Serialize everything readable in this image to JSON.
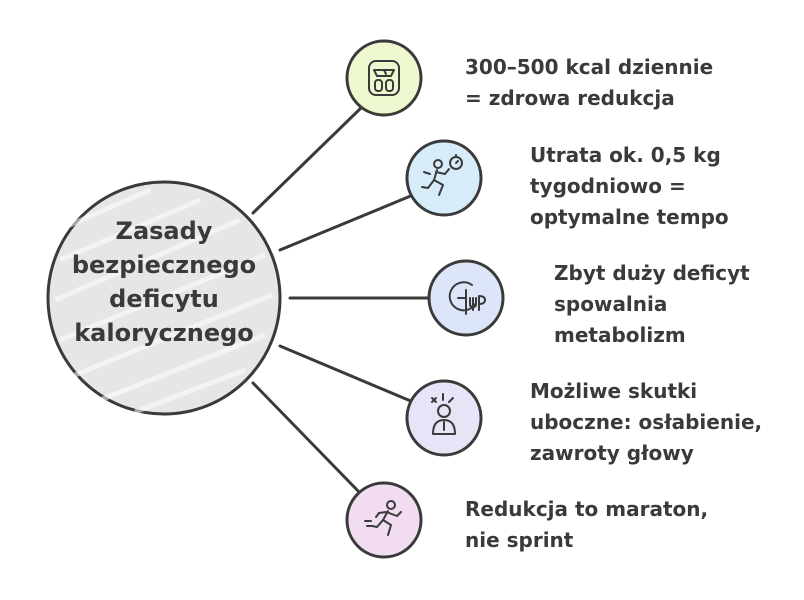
{
  "center": {
    "lines": [
      "Zasady",
      "bezpiecznego",
      "deficytu",
      "kalorycznego"
    ],
    "fill": "#e6e6e6"
  },
  "items": [
    {
      "icon": "scale-icon",
      "color": "#eef8d0",
      "lines": [
        "300–500 kcal dziennie",
        "= zdrowa redukcja"
      ]
    },
    {
      "icon": "running-stopwatch-icon",
      "color": "#d6ecf9",
      "lines": [
        "Utrata ok. 0,5 kg",
        "tygodniowo =",
        "optymalne tempo"
      ]
    },
    {
      "icon": "metabolism-gauge-icon",
      "color": "#dde6f8",
      "lines": [
        "Zbyt duży deficyt",
        "spowalnia",
        "metabolizm"
      ]
    },
    {
      "icon": "dizzy-person-icon",
      "color": "#e9e3f7",
      "lines": [
        "Możliwe skutki",
        "uboczne: osłabienie,",
        "zawroty głowy"
      ]
    },
    {
      "icon": "runner-icon",
      "color": "#f2dcf2",
      "lines": [
        "Redukcja to maraton,",
        "nie sprint"
      ]
    }
  ]
}
